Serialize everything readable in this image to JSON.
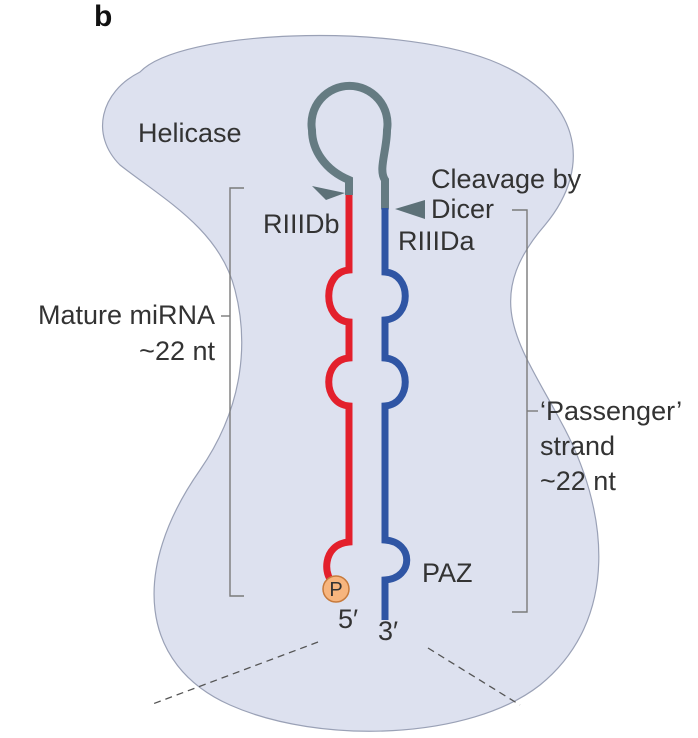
{
  "panel_letter": "b",
  "labels": {
    "helicase": "Helicase",
    "cleavage_line1": "Cleavage by",
    "cleavage_line2": "Dicer",
    "rIIIDb": "RIIIDb",
    "rIIIDa": "RIIIDa",
    "mature_line1": "Mature miRNA",
    "mature_line2": "~22 nt",
    "passenger_line1": "‘Passenger’",
    "passenger_line2": "strand",
    "passenger_line3": "~22 nt",
    "paz": "PAZ",
    "phosphate": "P",
    "five_prime": "5′",
    "three_prime": "3′"
  },
  "colors": {
    "dicer_body": "#dde1ef",
    "dicer_outline": "#9aa1b6",
    "loop": "#657b82",
    "mature_strand": "#e3202c",
    "passenger_strand": "#2f55a4",
    "phosphate_fill": "#f7b57e",
    "phosphate_stroke": "#c77a3c",
    "bracket": "#7a7a7a",
    "arrowhead": "#5d7178"
  }
}
